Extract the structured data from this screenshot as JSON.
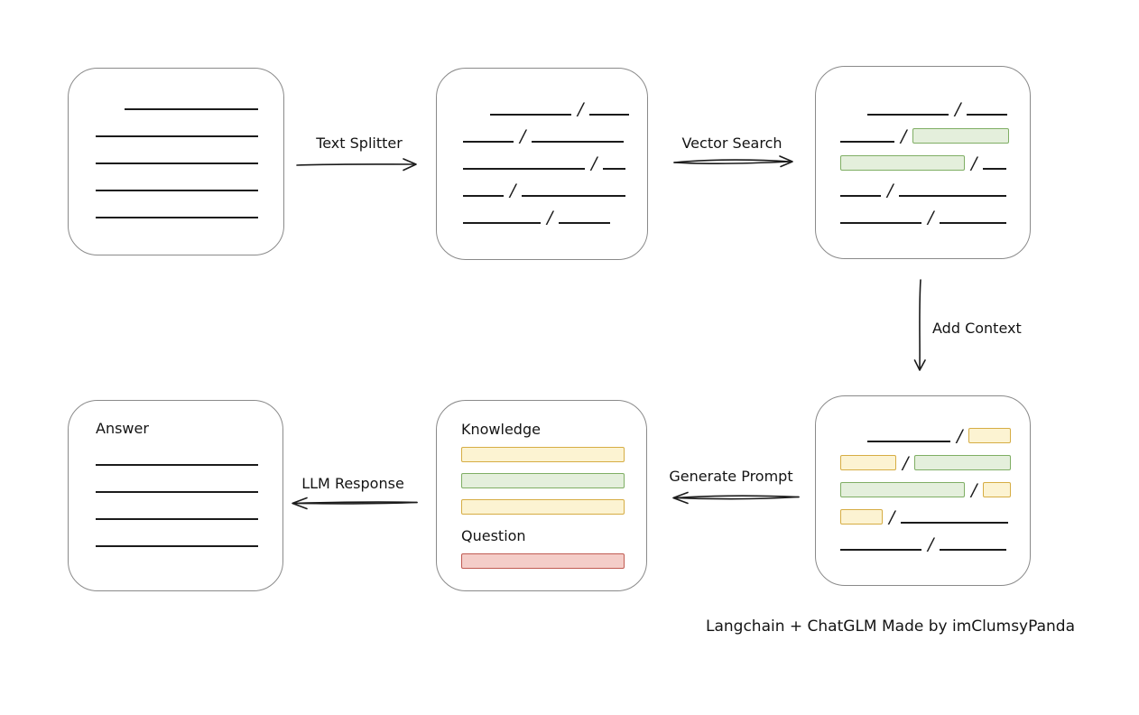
{
  "separator": "/",
  "caption": "Langchain + ChatGLM Made by imClumsyPanda",
  "labels": {
    "text_splitter": "Text Splitter",
    "vector_search": "Vector Search",
    "add_context": "Add Context",
    "generate_prompt": "Generate Prompt",
    "llm_response": "LLM Response",
    "knowledge": "Knowledge",
    "question": "Question",
    "answer": "Answer"
  },
  "colors": {
    "canvas_bg": "#ffffff",
    "ink": "#1b1b1b",
    "box_border": "#8a8a8a",
    "green_fill": "#e4efdc",
    "green_border": "#7fae64",
    "yellow_fill": "#fcf3d2",
    "yellow_border": "#d6ad44",
    "red_fill": "#f4cdc8",
    "red_border": "#c05b52"
  },
  "boxes": {
    "source_document": {
      "rows": [
        {
          "ind": 32,
          "segs": [
            {
              "t": "line",
              "w": 148
            }
          ]
        },
        {
          "segs": [
            {
              "t": "line",
              "w": 180
            }
          ]
        },
        {
          "segs": [
            {
              "t": "line",
              "w": 180
            }
          ]
        },
        {
          "segs": [
            {
              "t": "line",
              "w": 180
            }
          ]
        },
        {
          "segs": [
            {
              "t": "line",
              "w": 180
            }
          ]
        }
      ]
    },
    "split_chunks": {
      "rows": [
        {
          "ind": 30,
          "segs": [
            {
              "t": "line",
              "w": 90
            },
            {
              "t": "line",
              "w": 44
            }
          ]
        },
        {
          "segs": [
            {
              "t": "line",
              "w": 56
            },
            {
              "t": "line",
              "w": 102
            }
          ]
        },
        {
          "segs": [
            {
              "t": "line",
              "w": 135
            },
            {
              "t": "line",
              "w": 25
            }
          ]
        },
        {
          "segs": [
            {
              "t": "line",
              "w": 45
            },
            {
              "t": "line",
              "w": 115
            }
          ]
        },
        {
          "segs": [
            {
              "t": "line",
              "w": 86
            },
            {
              "t": "line",
              "w": 57
            }
          ]
        }
      ]
    },
    "searched_chunks": {
      "rows": [
        {
          "ind": 30,
          "segs": [
            {
              "t": "line",
              "w": 90
            },
            {
              "t": "line",
              "w": 45
            }
          ]
        },
        {
          "segs": [
            {
              "t": "line",
              "w": 60
            },
            {
              "t": "green",
              "w": 107
            }
          ]
        },
        {
          "segs": [
            {
              "t": "green",
              "w": 138
            },
            {
              "t": "line",
              "w": 26
            }
          ]
        },
        {
          "segs": [
            {
              "t": "line",
              "w": 45
            },
            {
              "t": "line",
              "w": 119
            }
          ]
        },
        {
          "segs": [
            {
              "t": "line",
              "w": 90
            },
            {
              "t": "line",
              "w": 74
            }
          ]
        }
      ]
    },
    "context_chunks": {
      "rows": [
        {
          "ind": 30,
          "segs": [
            {
              "t": "line",
              "w": 92
            },
            {
              "t": "yellow",
              "w": 47
            }
          ]
        },
        {
          "segs": [
            {
              "t": "yellow",
              "w": 62
            },
            {
              "t": "green",
              "w": 107
            }
          ]
        },
        {
          "segs": [
            {
              "t": "green",
              "w": 138
            },
            {
              "t": "yellow",
              "w": 31
            }
          ]
        },
        {
          "segs": [
            {
              "t": "yellow",
              "w": 47
            },
            {
              "t": "line",
              "w": 119
            }
          ]
        },
        {
          "segs": [
            {
              "t": "line",
              "w": 90
            },
            {
              "t": "line",
              "w": 74
            }
          ]
        }
      ]
    },
    "prompt": {
      "knowledge_rows": [
        {
          "segs": [
            {
              "t": "yellow",
              "w": 181
            }
          ]
        },
        {
          "segs": [
            {
              "t": "green",
              "w": 181
            }
          ]
        },
        {
          "segs": [
            {
              "t": "yellow",
              "w": 181
            }
          ]
        }
      ],
      "question_rows": [
        {
          "segs": [
            {
              "t": "red",
              "w": 181
            }
          ]
        }
      ]
    },
    "answer": {
      "rows": [
        {
          "segs": [
            {
              "t": "line",
              "w": 180
            }
          ]
        },
        {
          "segs": [
            {
              "t": "line",
              "w": 180
            }
          ]
        },
        {
          "segs": [
            {
              "t": "line",
              "w": 180
            }
          ]
        },
        {
          "segs": [
            {
              "t": "line",
              "w": 180
            }
          ]
        }
      ]
    }
  }
}
